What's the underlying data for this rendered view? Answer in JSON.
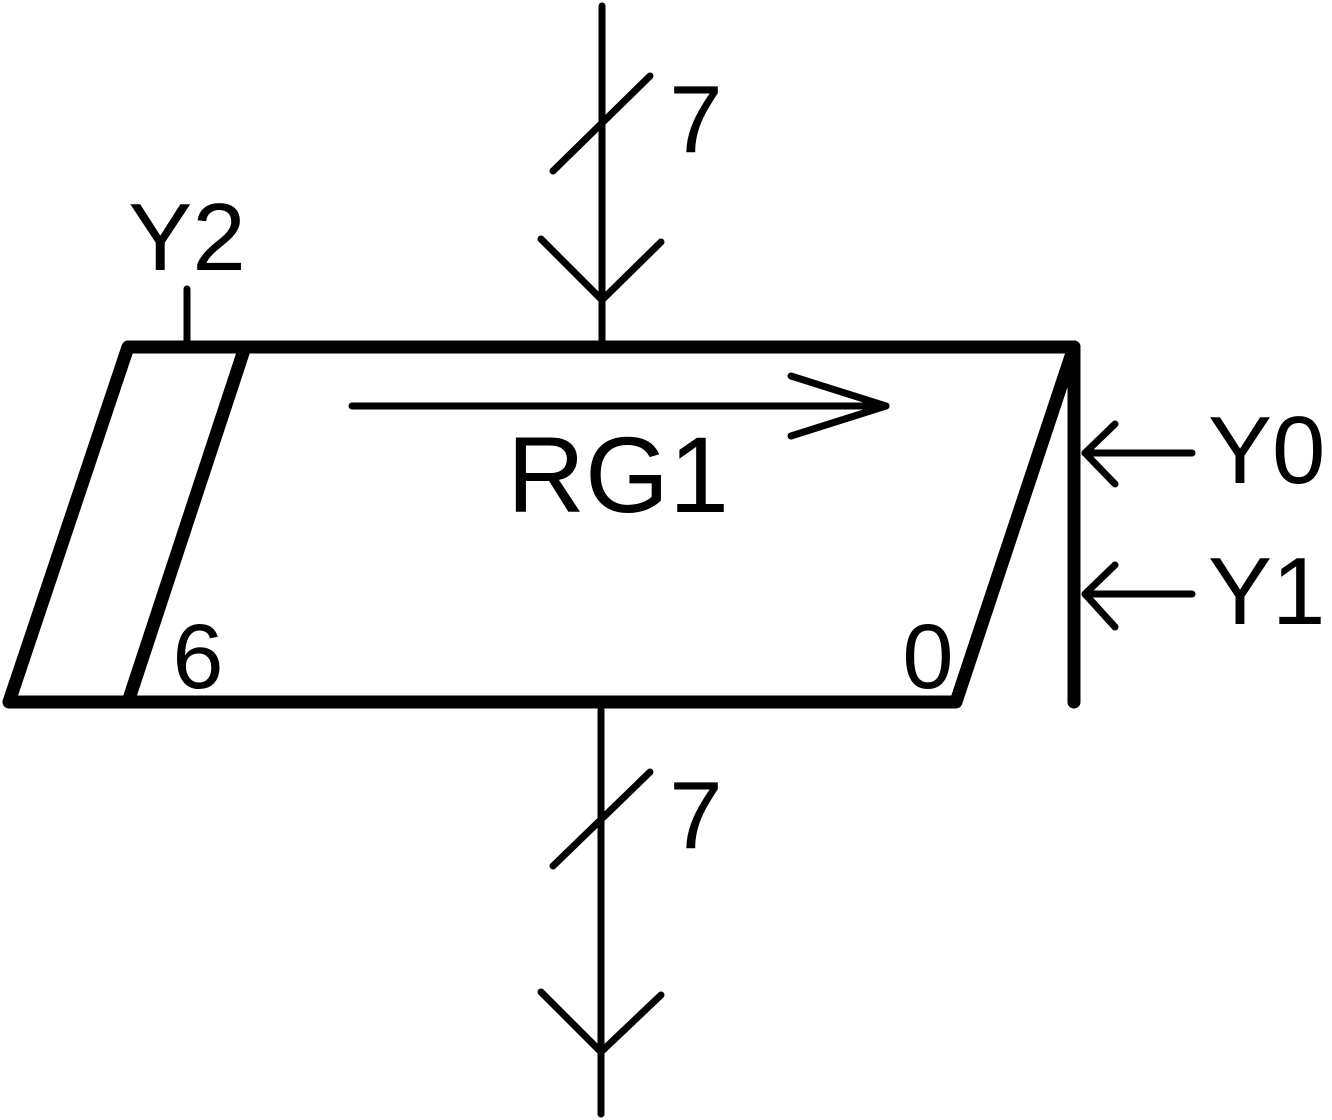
{
  "diagram": {
    "register_name": "RG1",
    "input_bus": {
      "width_label": "7"
    },
    "output_bus": {
      "width_label": "7"
    },
    "msb_label": "6",
    "lsb_label": "0",
    "controls": {
      "shift_enable": "Y2",
      "load": "Y0",
      "clear": "Y1"
    },
    "shift_direction": "right"
  }
}
